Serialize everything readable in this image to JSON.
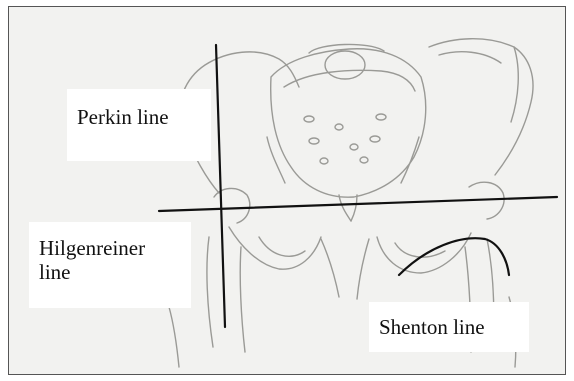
{
  "labels": {
    "perkin": "Perkin line",
    "hilgenreiner_1": "Hilgenreiner",
    "hilgenreiner_2": "line",
    "shenton": "Shenton line"
  },
  "colors": {
    "background": "#f2f2f0",
    "sketch": "#9a9a96",
    "lines": "#111111"
  }
}
